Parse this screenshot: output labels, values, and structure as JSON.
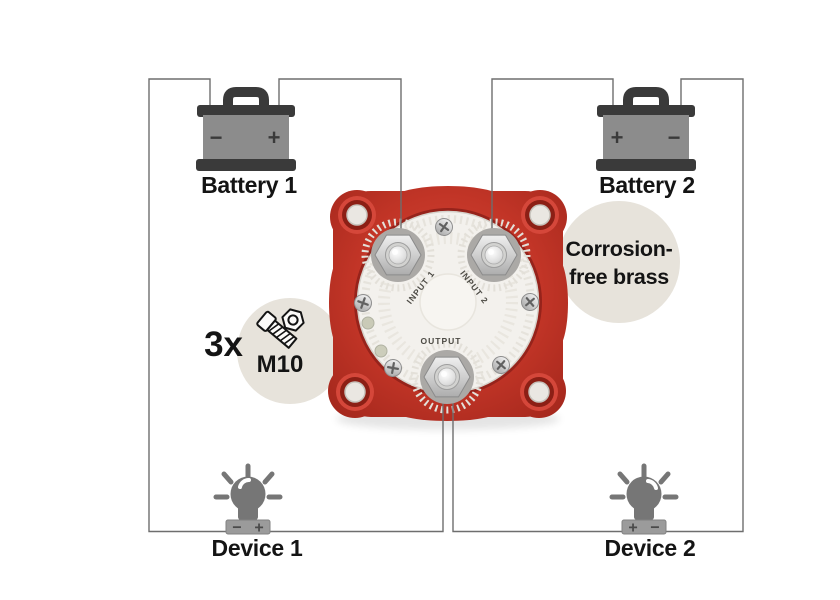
{
  "batteries": [
    {
      "label": "Battery 1",
      "left_sign": "−",
      "right_sign": "+"
    },
    {
      "label": "Battery 2",
      "left_sign": "+",
      "right_sign": "−"
    }
  ],
  "devices": [
    {
      "label": "Device 1",
      "left_sign": "−",
      "right_sign": "+"
    },
    {
      "label": "Device 2",
      "left_sign": "+",
      "right_sign": "−"
    }
  ],
  "switch_face": {
    "input1": "INPUT 1",
    "input2": "INPUT 2",
    "output": "OUTPUT"
  },
  "callouts": {
    "bolt_count": "3x",
    "bolt_size": "M10",
    "brass_line1": "Corrosion-",
    "brass_line2": "free brass"
  },
  "colors": {
    "switch_red": "#c0392b",
    "callout_beige": "#e7e3db",
    "wire_gray": "#6e6e6e",
    "icon_gray": "#767676",
    "battery_cap": "#3a3a3a",
    "battery_body": "#8c8c8c",
    "switch_face": "#f3f1ed",
    "label_black": "#141414"
  }
}
